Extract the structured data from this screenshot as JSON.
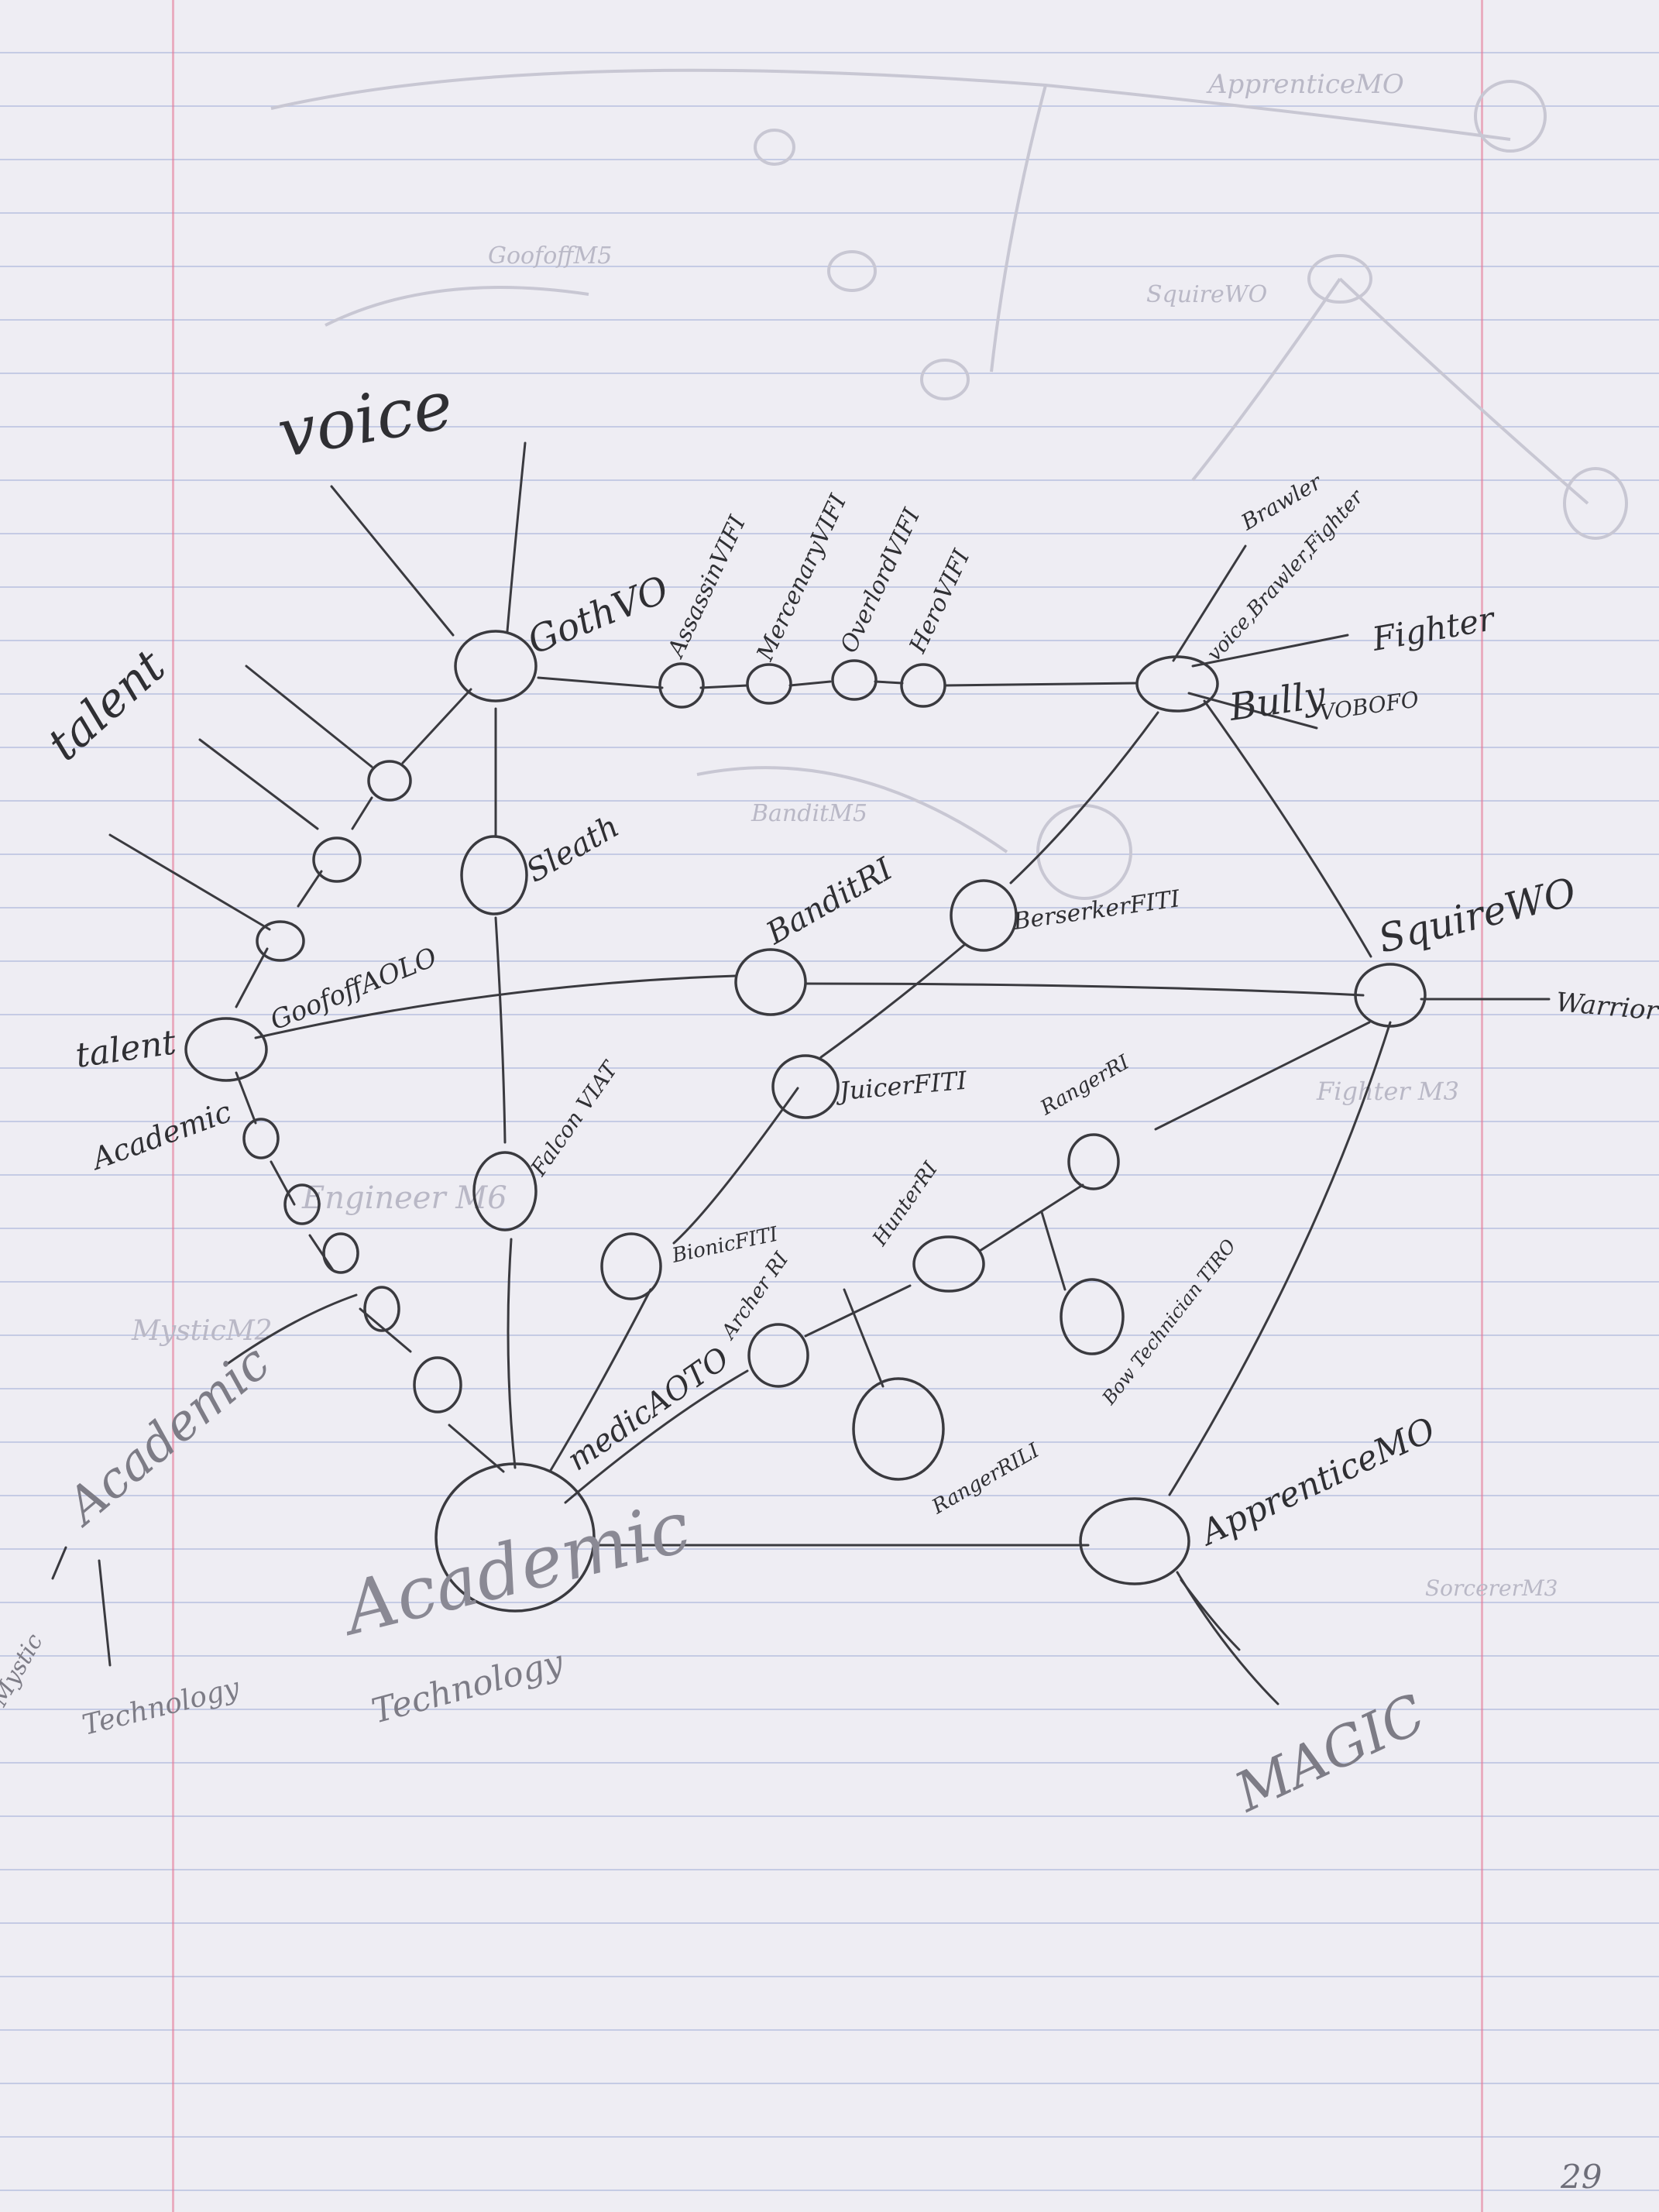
{
  "labels": {
    "voice": "voice",
    "gothvo": "GothVO",
    "talent_top": "talent",
    "talent_left": "talent",
    "academic_left": "Academic",
    "goofoff": "GoofoffAOLO",
    "sleath": "Sleath",
    "falconvi": "Falcon VIAT",
    "assassin": "AssassinVIFI",
    "mercenary": "MercenaryVIFI",
    "overlord": "OverlordVIFI",
    "hero": "HeroVIFI",
    "brawler": "Brawler",
    "voice_brawler_fighter": "voice,Brawler,Fighter",
    "fighter": "Fighter",
    "bully": "Bully",
    "vobofo": "VOBOFO",
    "bandit": "BanditRI",
    "berserker": "BerserkerFITI",
    "squire": "SquireWO",
    "warrior": "Warrior",
    "juicer": "JuicerFITI",
    "ranger_ri": "RangerRI",
    "hunter": "HunterRI",
    "bionic": "BionicFITI",
    "archer": "Archer RI",
    "medic": "medicAOTO",
    "bow_tech": "Bow Technician TIRO",
    "ranger_rili": "RangerRILI",
    "academic_lower": "Academic",
    "academic_bottom": "Academic",
    "technology_left": "Technology",
    "technology_bottom": "Technology",
    "mystic": "Mystic",
    "apprentice": "ApprenticeMO",
    "magic": "MAGIC",
    "page_number": "29"
  },
  "nodes": {
    "gothvo": "node-gothvo",
    "academic_hub": "node-academic-hub",
    "squire": "node-squire",
    "bully": "node-bully",
    "apprentice": "node-apprentice"
  }
}
